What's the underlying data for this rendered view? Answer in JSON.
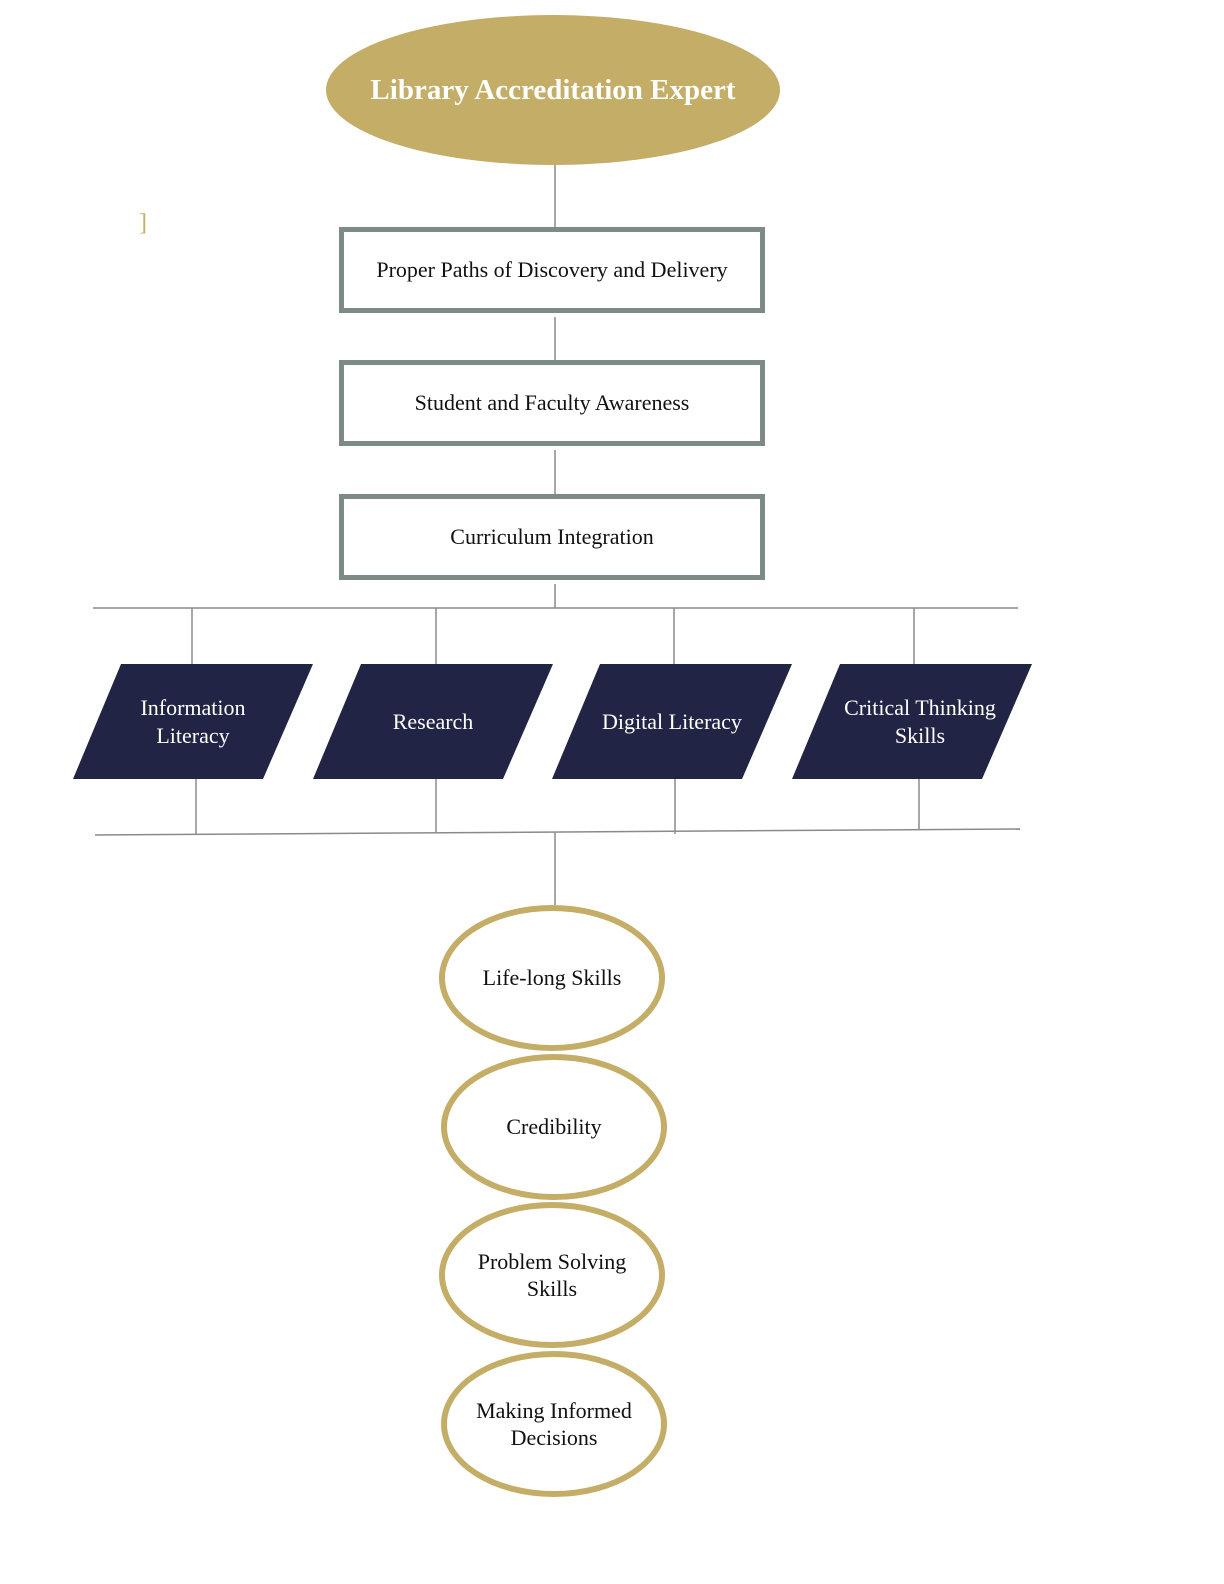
{
  "colors": {
    "gold": "#c4ad66",
    "gray": "#7d8a87",
    "navy": "#212444",
    "line": "#8a8a8a"
  },
  "title": "Library Accreditation Expert",
  "stray_mark": "]",
  "chain": [
    "Proper Paths of Discovery and Delivery",
    "Student and Faculty Awareness",
    "Curriculum Integration"
  ],
  "branches": [
    "Information Literacy",
    "Research",
    "Digital Literacy",
    "Critical Thinking Skills"
  ],
  "outcomes": [
    "Life-long Skills",
    "Credibility",
    "Problem Solving Skills",
    "Making Informed Decisions"
  ]
}
